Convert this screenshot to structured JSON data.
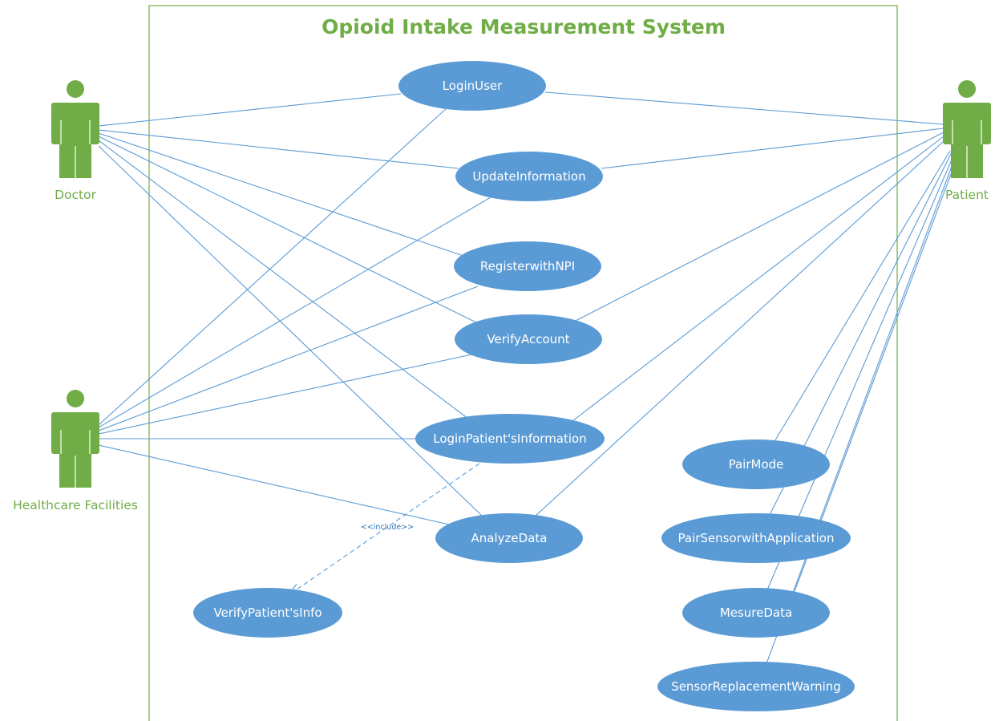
{
  "diagram": {
    "title": "Opioid Intake Measurement System",
    "actors": {
      "doctor": "Doctor",
      "healthcare": "Healthcare Facilities",
      "patient": "Patient"
    },
    "use_cases": {
      "login_user": "LoginUser",
      "update_information": "UpdateInformation",
      "register_npi": "RegisterwithNPI",
      "verify_account": "VerifyAccount",
      "login_patient_info": "LoginPatient'sInformation",
      "analyze_data": "AnalyzeData",
      "verify_patient_info": "VerifyPatient'sInfo",
      "pair_mode": "PairMode",
      "pair_sensor": "PairSensorwithApplication",
      "measure_data": "MesureData",
      "sensor_warning": "SensorReplacementWarning"
    },
    "include_label": "<<include>>",
    "colors": {
      "actor": "#70ad47",
      "use_case": "#5b9bd5",
      "connector": "#5b9bd5",
      "boundary": "#70ad47"
    }
  }
}
